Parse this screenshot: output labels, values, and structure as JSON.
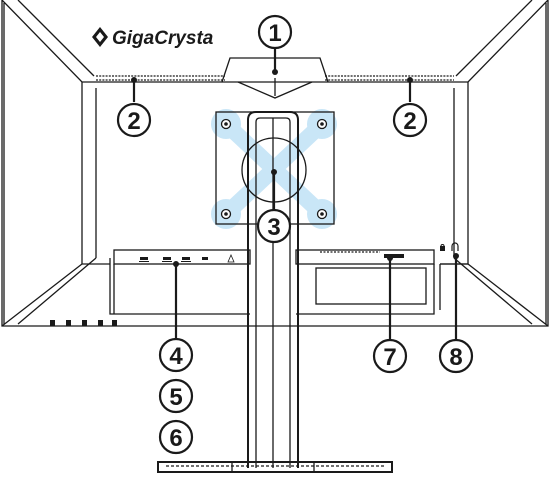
{
  "brand": {
    "name": "GigaCrysta"
  },
  "callouts": [
    {
      "id": "1",
      "label": "1"
    },
    {
      "id": "2a",
      "label": "2"
    },
    {
      "id": "2b",
      "label": "2"
    },
    {
      "id": "3",
      "label": "3"
    },
    {
      "id": "4",
      "label": "4"
    },
    {
      "id": "5",
      "label": "5"
    },
    {
      "id": "6",
      "label": "6"
    },
    {
      "id": "7",
      "label": "7"
    },
    {
      "id": "8",
      "label": "8"
    }
  ],
  "colors": {
    "outline": "#1a1a1a",
    "vesa_highlight": "#c9e6f7",
    "background": "#ffffff"
  },
  "icons": [
    "diamond-logo-icon",
    "kensington-lock-icon",
    "headphone-jack-icon"
  ]
}
